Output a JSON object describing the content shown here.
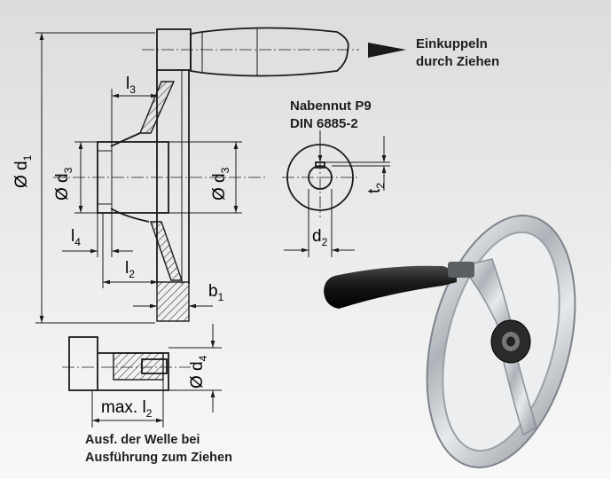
{
  "callouts": {
    "engage_line1": "Einkuppeln",
    "engage_line2": "durch Ziehen",
    "keyway_line1": "Nabennut P9",
    "keyway_line2": "DIN 6885-2",
    "shaft_line1": "Ausf. der Welle bei",
    "shaft_line2": "Ausführung zum Ziehen"
  },
  "dimensions": {
    "d1": {
      "prefix": "Ø d",
      "sub": "1"
    },
    "d3_left": {
      "prefix": "Ø d",
      "sub": "3"
    },
    "d3_right": {
      "prefix": "Ø d",
      "sub": "3"
    },
    "d4": {
      "prefix": "Ø d",
      "sub": "4"
    },
    "l3": {
      "prefix": "l",
      "sub": "3"
    },
    "l4": {
      "prefix": "l",
      "sub": "4"
    },
    "l2": {
      "prefix": "l",
      "sub": "2"
    },
    "b1": {
      "prefix": "b",
      "sub": "1"
    },
    "t2": {
      "prefix": "t",
      "sub": "2"
    },
    "d2": {
      "prefix": "d",
      "sub": "2"
    },
    "max_l2": {
      "prefix": "max. l",
      "sub": "2"
    }
  },
  "colors": {
    "handle": "#1b1b1b",
    "wheel_metal": "#c9cdd2",
    "background_top": "#dcdcdc",
    "background_bottom": "#f8f8f8"
  }
}
